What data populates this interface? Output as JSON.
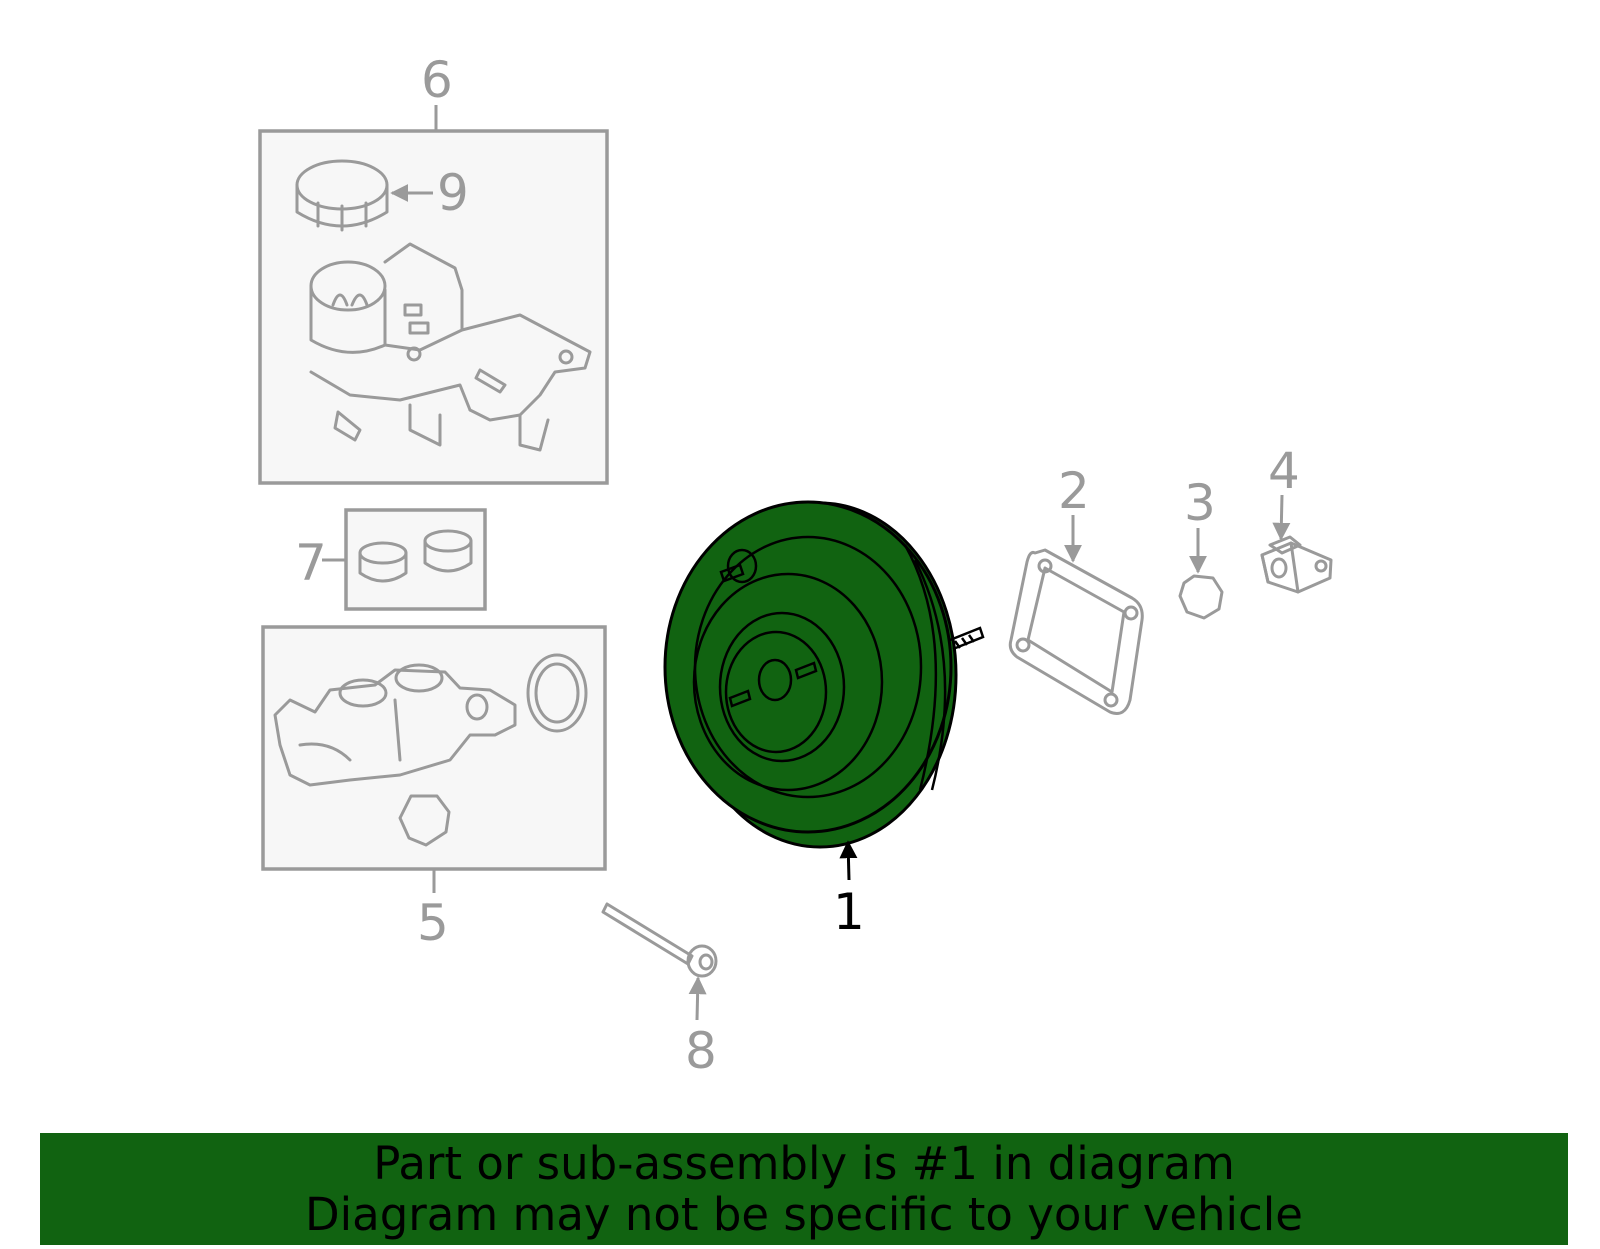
{
  "callouts": {
    "c1": "1",
    "c2": "2",
    "c3": "3",
    "c4": "4",
    "c5": "5",
    "c6": "6",
    "c7": "7",
    "c8": "8",
    "c9": "9"
  },
  "highlighted_part": "1",
  "colors": {
    "highlight": "#116311",
    "line_art": "#9a9a9a",
    "box_fill": "#f7f7f7"
  },
  "banner": {
    "line1": "Part or sub-assembly is #1 in diagram",
    "line2": "Diagram may not be specific to your vehicle"
  }
}
